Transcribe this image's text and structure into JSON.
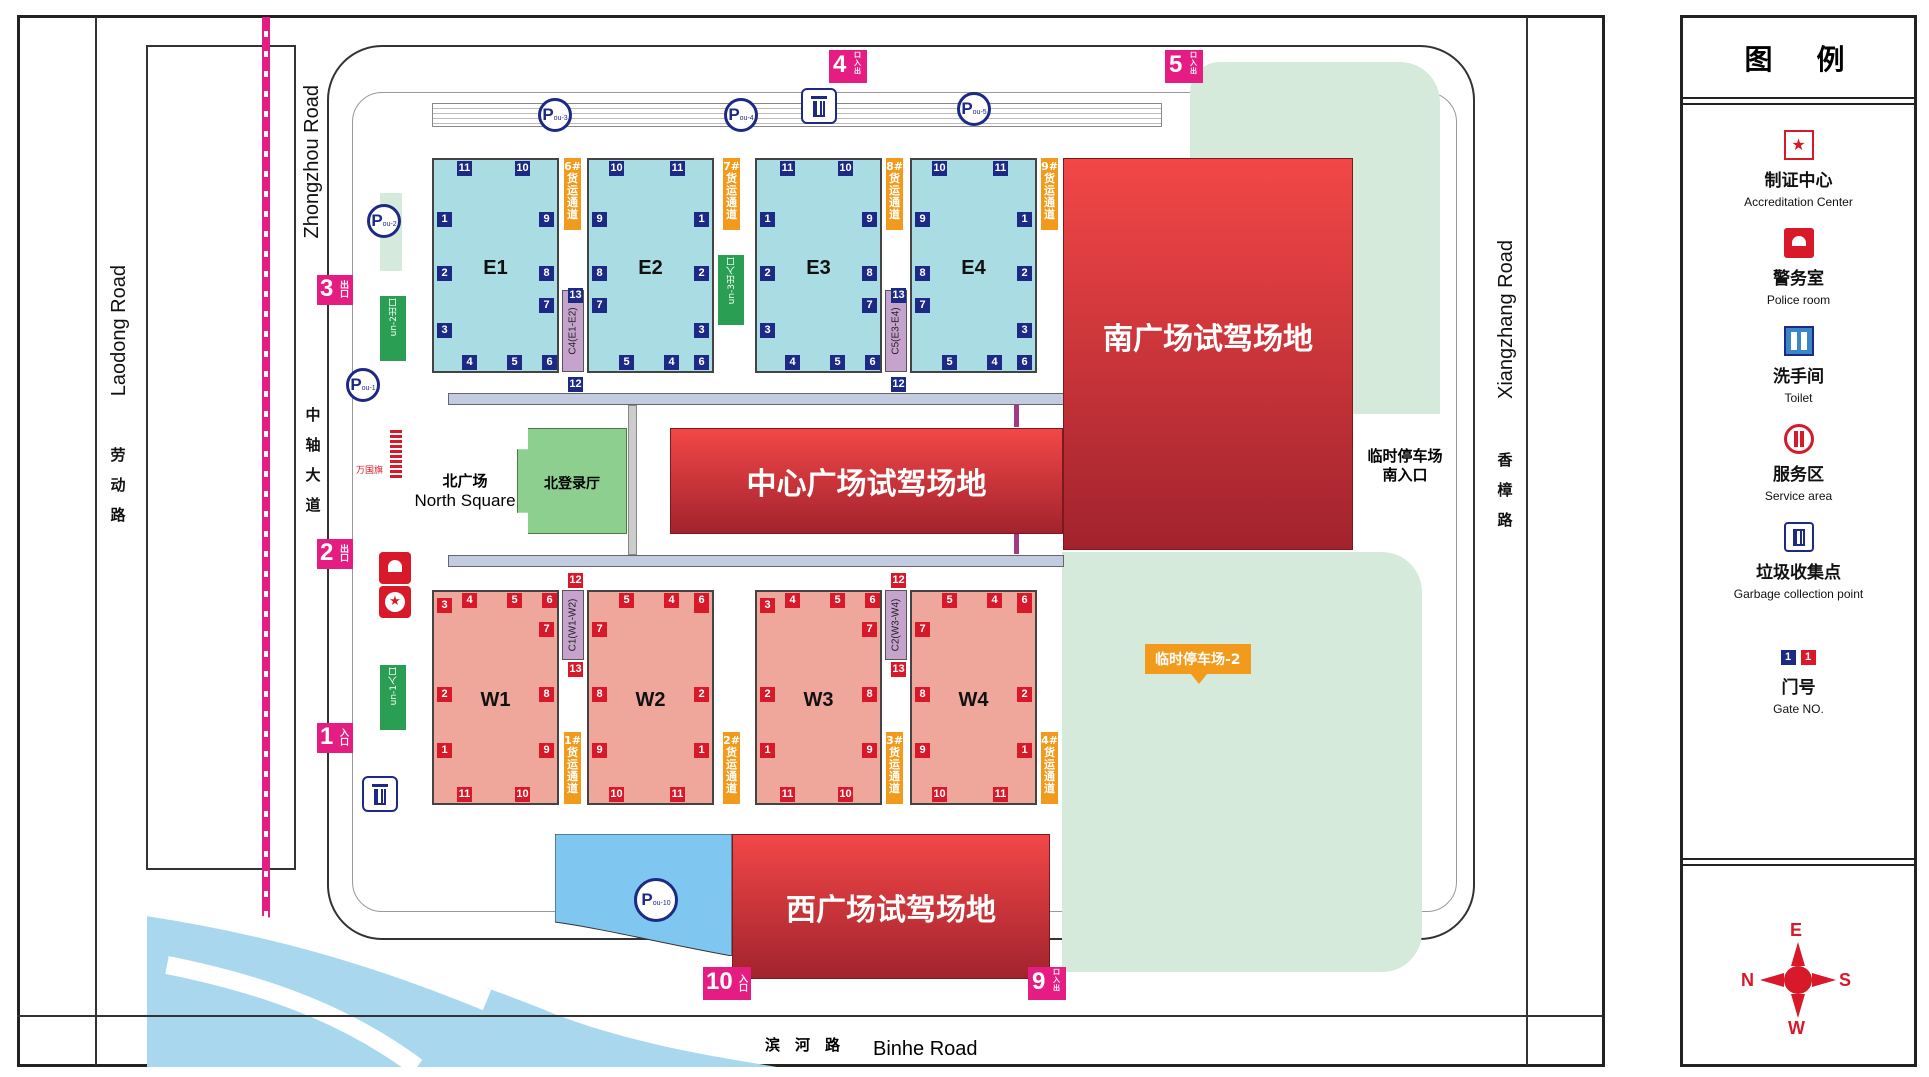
{
  "legend": {
    "title": "图　例",
    "items": [
      {
        "cn": "制证中心",
        "en": "Accreditation Center",
        "icon": "accreditation-center-icon"
      },
      {
        "cn": "警务室",
        "en": "Police room",
        "icon": "police-room-icon"
      },
      {
        "cn": "洗手间",
        "en": "Toilet",
        "icon": "toilet-icon"
      },
      {
        "cn": "服务区",
        "en": "Service area",
        "icon": "service-area-icon"
      },
      {
        "cn": "垃圾收集点",
        "en": "Garbage collection point",
        "icon": "garbage-icon"
      },
      {
        "cn": "门号",
        "en": "Gate NO.",
        "icon": "gate-number-icon"
      }
    ],
    "gate_sample": [
      "1",
      "1"
    ],
    "compass": {
      "e": "E",
      "n": "N",
      "s": "S",
      "w": "W"
    }
  },
  "roads": {
    "laodong_en": "Laodong Road",
    "laodong_cn": [
      "劳",
      "动",
      "路"
    ],
    "zhongzhou_en": "Zhongzhou Road",
    "zhongzhou_cn": [
      "中",
      "轴",
      "大",
      "道"
    ],
    "xiangzhang_en": "Xiangzhang Road",
    "xiangzhang_cn": [
      "香",
      "樟",
      "路"
    ],
    "binhe_cn": "滨　河　路",
    "binhe_en": "Binhe Road"
  },
  "entrances": [
    {
      "num": "1",
      "sub": "入口"
    },
    {
      "num": "2",
      "sub": "出口"
    },
    {
      "num": "3",
      "sub": "出口"
    },
    {
      "num": "4",
      "sub": "口入出"
    },
    {
      "num": "5",
      "sub": "口入出"
    },
    {
      "num": "9",
      "sub": "口入出"
    },
    {
      "num": "10",
      "sub": "入口"
    }
  ],
  "halls": {
    "E1": "E1",
    "E2": "E2",
    "E3": "E3",
    "E4": "E4",
    "W1": "W1",
    "W2": "W2",
    "W3": "W3",
    "W4": "W4"
  },
  "connectors": [
    "C4(E1-E2)",
    "C5(E3-E4)",
    "C1(W1-W2)",
    "C2(W3-W4)"
  ],
  "cargo": {
    "c6": "6#货运通道",
    "c7": "7#货运通道",
    "c8": "8#货运通道",
    "c9": "9#货运通道",
    "c1": "1#货运通道",
    "c2": "2#货运通道",
    "c3": "3#货运通道",
    "c4": "4#货运通道"
  },
  "drive_areas": {
    "south": "南广场试驾场地",
    "center": "中心广场试驾场地",
    "west": "西广场试驾场地"
  },
  "north_square": {
    "cn": "北广场",
    "en": "North Square",
    "hall": "北登录厅"
  },
  "parking": {
    "p1": "ou-1",
    "p2": "ou-2",
    "p3": "ou-3",
    "p4": "ou-4",
    "p5": "ou-5",
    "p10": "ou-10",
    "letter": "P"
  },
  "bus": {
    "in1": "un-1入口",
    "out2": "un-2出口",
    "io3": "un-3出入口"
  },
  "temp_parking_south_entrance": "临时停车场\n南入口",
  "temp_parking_2": "临时停车场-2",
  "wanguo_label": "万国旗",
  "gate_numbers": {
    "e_top": [
      "11",
      "10"
    ],
    "e_side_left": [
      "1",
      "2",
      "3"
    ],
    "e_side_right": [
      "9",
      "8",
      "7"
    ],
    "e_bottom": [
      "4",
      "5",
      "6"
    ],
    "c13": "13",
    "c12": "12"
  }
}
